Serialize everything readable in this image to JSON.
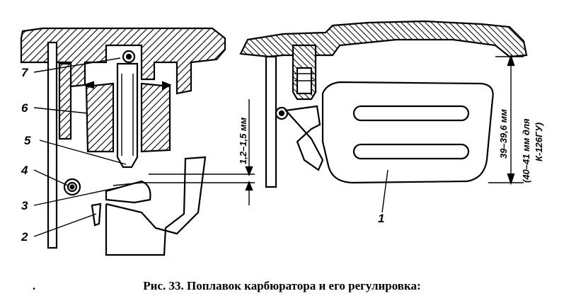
{
  "labels": {
    "l1": "1",
    "l2": "2",
    "l3": "3",
    "l4": "4",
    "l5": "5",
    "l6": "6",
    "l7": "7"
  },
  "dimensions": {
    "gap": "1,2–1,5 мм",
    "float_height": "39–39,6 мм",
    "k126_note": "(40–41 мм для",
    "k126_model": "К-126ГУ)"
  },
  "caption": {
    "bullet": ".",
    "text": "Рис. 33. Поплавок карбюратора и его регулировка:"
  }
}
